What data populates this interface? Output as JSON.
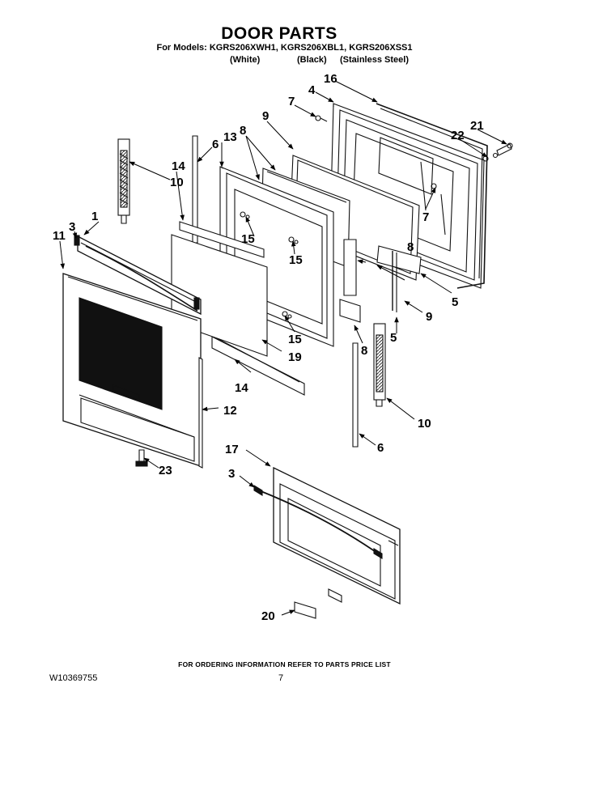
{
  "header": {
    "title": "DOOR PARTS",
    "models": "For Models: KGRS206XWH1, KGRS206XBL1, KGRS206XSS1",
    "color_white": "(White)",
    "color_black": "(Black)",
    "color_stainless": "(Stainless Steel)"
  },
  "callouts": {
    "c1": "1",
    "c3a": "3",
    "c3b": "3",
    "c4": "4",
    "c5a": "5",
    "c5b": "5",
    "c6a": "6",
    "c6b": "6",
    "c7a": "7",
    "c7b": "7",
    "c8a": "8",
    "c8b": "8",
    "c8c": "8",
    "c9a": "9",
    "c9b": "9",
    "c10a": "10",
    "c10b": "10",
    "c11": "11",
    "c12": "12",
    "c13": "13",
    "c14a": "14",
    "c14b": "14",
    "c15a": "15",
    "c15b": "15",
    "c15c": "15",
    "c16": "16",
    "c17": "17",
    "c19": "19",
    "c20": "20",
    "c21": "21",
    "c22": "22",
    "c23": "23"
  },
  "footer": {
    "ordering_note": "FOR ORDERING INFORMATION REFER TO PARTS PRICE LIST",
    "document_number": "W10369755",
    "page_number": "7"
  }
}
